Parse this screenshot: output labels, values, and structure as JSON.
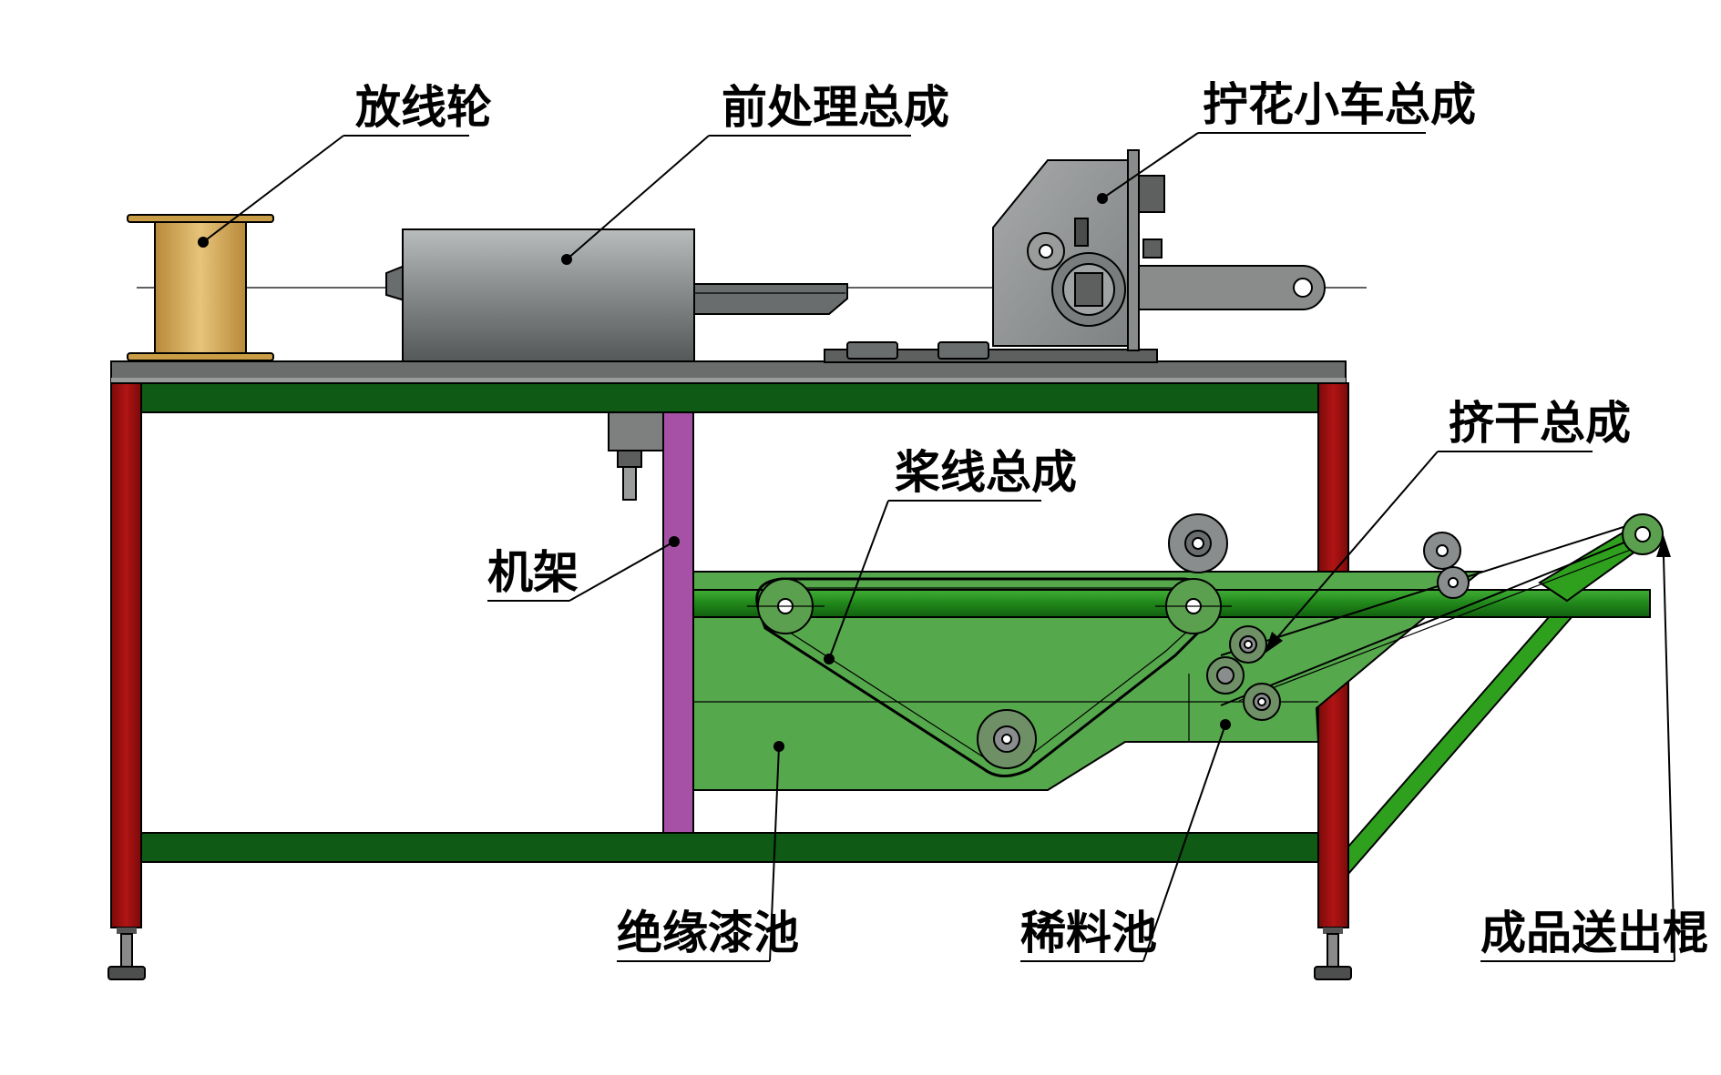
{
  "labels": {
    "payoff_reel": "放线轮",
    "pretreatment": "前处理总成",
    "twisting_cart": "拧花小车总成",
    "squeeze": "挤干总成",
    "sizing": "桨线总成",
    "frame": "机架",
    "insulation_tank": "绝缘漆池",
    "dilution_tank": "稀料池",
    "output_roller": "成品送出棍"
  },
  "colors": {
    "frame_red": "#a50f0f",
    "rail_green": "#0f5a14",
    "tank_green": "#56a84c",
    "post_purple": "#a651a6",
    "reel_gold": "#d2a850",
    "machine_gray": "#7b7d7d",
    "bed_gray": "#707070",
    "support_green": "#2fa01e"
  }
}
